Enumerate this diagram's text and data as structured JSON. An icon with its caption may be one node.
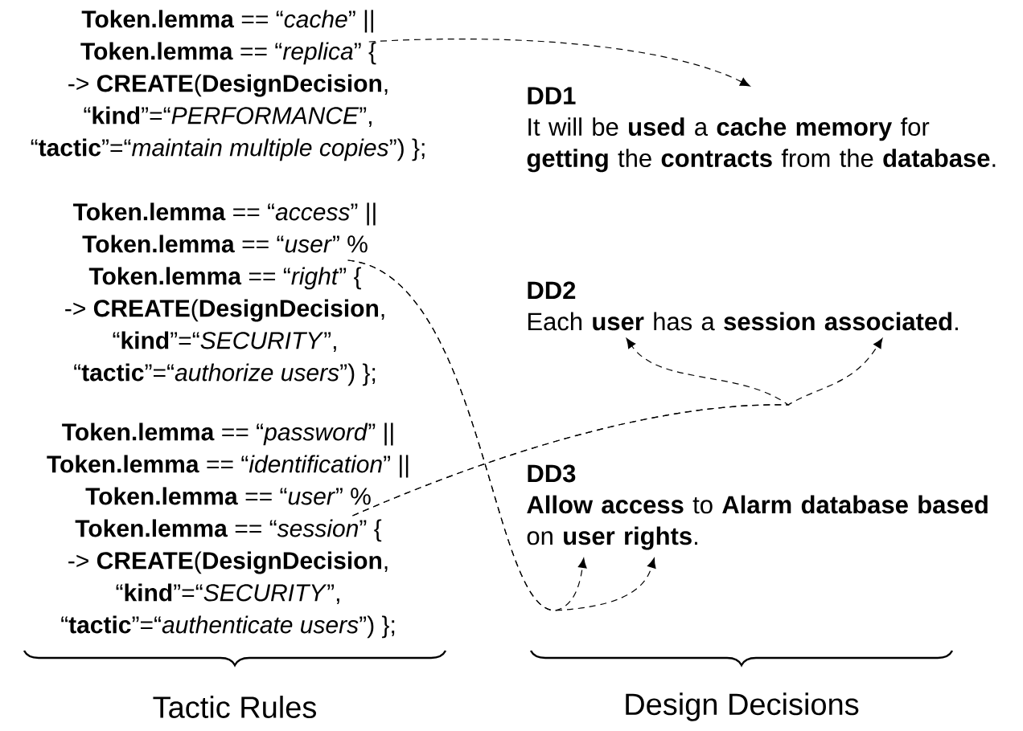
{
  "diagram": {
    "nodes": [
      {
        "text": [
          "**Token.lemma** == “*cache*” ||",
          "**Token.lemma** == “*replica*” {",
          "-> **CREATE**(**DesignDecision**,",
          "“**kind**”=“*PERFORMANCE*”,",
          "“**tactic**”=“*maintain multiple copies*”) };"
        ]
      },
      {
        "text": [
          "**Token.lemma** == “*access*” ||",
          "**Token.lemma** == “*user*” %",
          "**Token.lemma** == “*right*” {",
          "-> **CREATE**(**DesignDecision**,",
          "“**kind**”=“*SECURITY*”,",
          "“**tactic**”=“*authorize users*”) };"
        ]
      },
      {
        "text": [
          "**Token.lemma** == “*password*” ||",
          "**Token.lemma** == “*identification*” ||",
          "**Token.lemma** == “*user*” %",
          "**Token.lemma** == “*session*” {",
          "-> **CREATE**(**DesignDecision**,",
          "“**kind**”=“*SECURITY*”,",
          "“**tactic**”=“*authenticate users*”) };"
        ]
      },
      {
        "text": [
          "DD1",
          "It will be **used** a **cache memory** for **getting** the **contracts** from the **database**."
        ]
      },
      {
        "text": [
          "DD2",
          "Each **user** has a **session associated**."
        ]
      },
      {
        "text": [
          "DD3",
          "**Allow access** to **Alarm database based** on **user rights**."
        ]
      }
    ],
    "edges": [
      {
        "from": 0,
        "to": 3,
        "arrow": "to",
        "style": "dashed"
      },
      {
        "from": 1,
        "to": 5,
        "arrow": "to",
        "style": "dashed"
      },
      {
        "from": 1,
        "to": 5,
        "arrow": "to",
        "style": "dashed"
      },
      {
        "from": 2,
        "to": 4,
        "arrow": "to",
        "style": "dashed"
      },
      {
        "from": 2,
        "to": 4,
        "arrow": "to",
        "style": "dashed"
      }
    ],
    "labels": [
      "Tactic Rules",
      "Design Decisions"
    ]
  }
}
